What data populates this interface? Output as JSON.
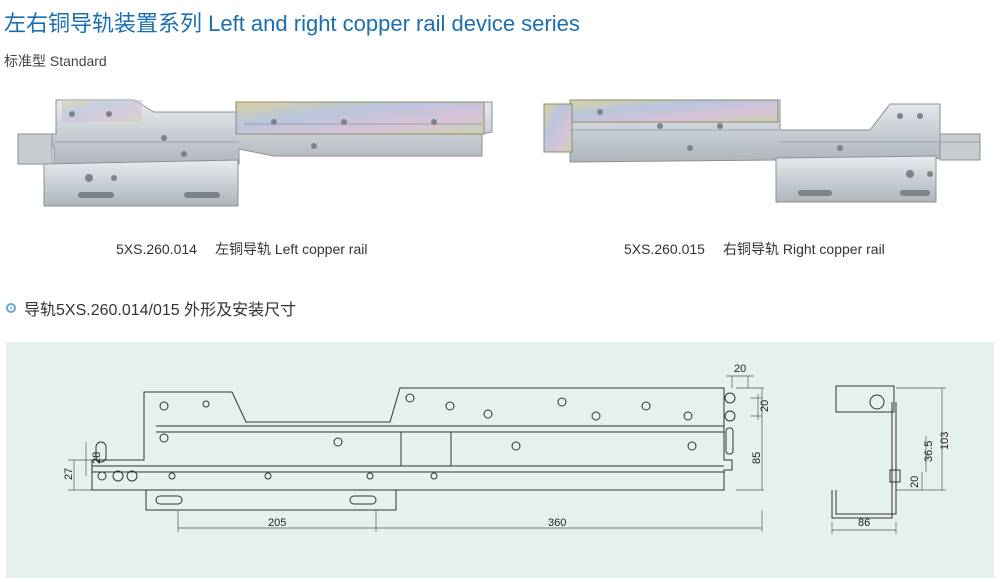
{
  "header": {
    "title": "左右铜导轨装置系列 Left and right copper rail device series",
    "subtitle": "标准型 Standard"
  },
  "products": [
    {
      "code": "5XS.260.014",
      "name": "左铜导轨 Left copper rail"
    },
    {
      "code": "5XS.260.015",
      "name": "右铜导轨 Right copper rail"
    }
  ],
  "section": {
    "title": "导轨5XS.260.014/015 外形及安装尺寸"
  },
  "drawing": {
    "dimensions": {
      "d20_top": "20",
      "d20_right": "20",
      "d85": "85",
      "d27": "27",
      "d28": "28",
      "d205": "205",
      "d360": "360",
      "d103": "103",
      "d36_5": "36.5",
      "d20_side": "20",
      "d86": "86"
    }
  }
}
